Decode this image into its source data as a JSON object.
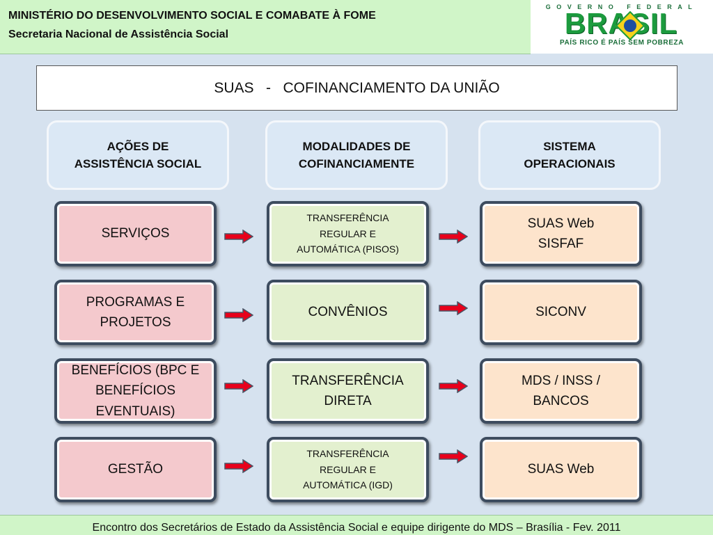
{
  "header": {
    "line1": "MINISTÉRIO DO DESENVOLVIMENTO SOCIAL E COMABATE À FOME",
    "line2": "Secretaria Nacional de Assistência Social"
  },
  "logo": {
    "top_text": "GOVERNO FEDERAL",
    "brand": "BRASIL",
    "tagline": "PAÍS RICO É PAÍS SEM POBREZA"
  },
  "title": "SUAS   -   COFINANCIAMENTO DA UNIÃO",
  "columns": [
    {
      "line1": "AÇÕES DE",
      "line2": "ASSISTÊNCIA SOCIAL"
    },
    {
      "line1": "MODALIDADES DE",
      "line2": "COFINANCIAMENTE"
    },
    {
      "line1": "SISTEMA",
      "line2": "OPERACIONAIS"
    }
  ],
  "rows": [
    {
      "action": [
        "SERVIÇOS"
      ],
      "modality": [
        "TRANSFERÊNCIA",
        "REGULAR E",
        "AUTOMÁTICA (PISOS)"
      ],
      "system": [
        "SUAS Web",
        "SISFAF"
      ]
    },
    {
      "action": [
        "PROGRAMAS E",
        "PROJETOS"
      ],
      "modality": [
        "CONVÊNIOS"
      ],
      "system": [
        "SICONV"
      ]
    },
    {
      "action": [
        "BENEFÍCIOS (BPC E",
        "BENEFÍCIOS",
        "EVENTUAIS)"
      ],
      "modality": [
        "TRANSFERÊNCIA",
        "DIRETA"
      ],
      "system": [
        "MDS / INSS /",
        "BANCOS"
      ]
    },
    {
      "action": [
        "GESTÃO"
      ],
      "modality": [
        "TRANSFERÊNCIA",
        "REGULAR E",
        "AUTOMÁTICA (IGD)"
      ],
      "system": [
        "SUAS Web"
      ]
    }
  ],
  "footer": "Encontro dos Secretários de Estado da Assistência Social e equipe dirigente do MDS – Brasília - Fev. 2011",
  "colors": {
    "pink": "#f4c9cd",
    "green": "#e3f0cf",
    "peach": "#fde4cc",
    "arrow": "#e8001b",
    "header_bg": "#d0f5c8"
  }
}
